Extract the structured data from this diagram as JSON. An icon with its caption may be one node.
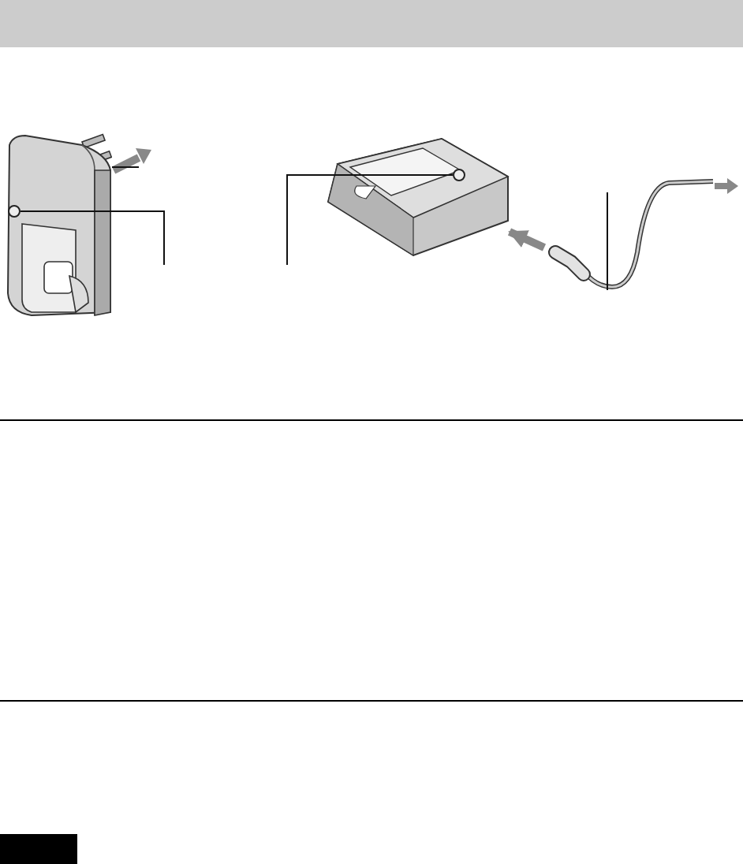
{
  "diagram": {
    "nodes": [
      {
        "text": [],
        "shape": "picture"
      },
      {
        "text": [],
        "shape": "circle",
        "in": 0
      },
      {
        "text": [],
        "shape": "picture"
      },
      {
        "text": [],
        "shape": "circle",
        "in": 2
      },
      {
        "text": [],
        "shape": "picture"
      }
    ],
    "edges": [
      {
        "from": null,
        "to": 0,
        "arrow": "none"
      },
      {
        "from": null,
        "to": 1,
        "arrow": "none"
      },
      {
        "from": null,
        "to": 3,
        "arrow": "none"
      },
      {
        "from": null,
        "to": 4,
        "arrow": "none"
      },
      {
        "from": 4,
        "to": 2,
        "arrow": "to",
        "style": "thick",
        "color": "#888888"
      }
    ]
  }
}
